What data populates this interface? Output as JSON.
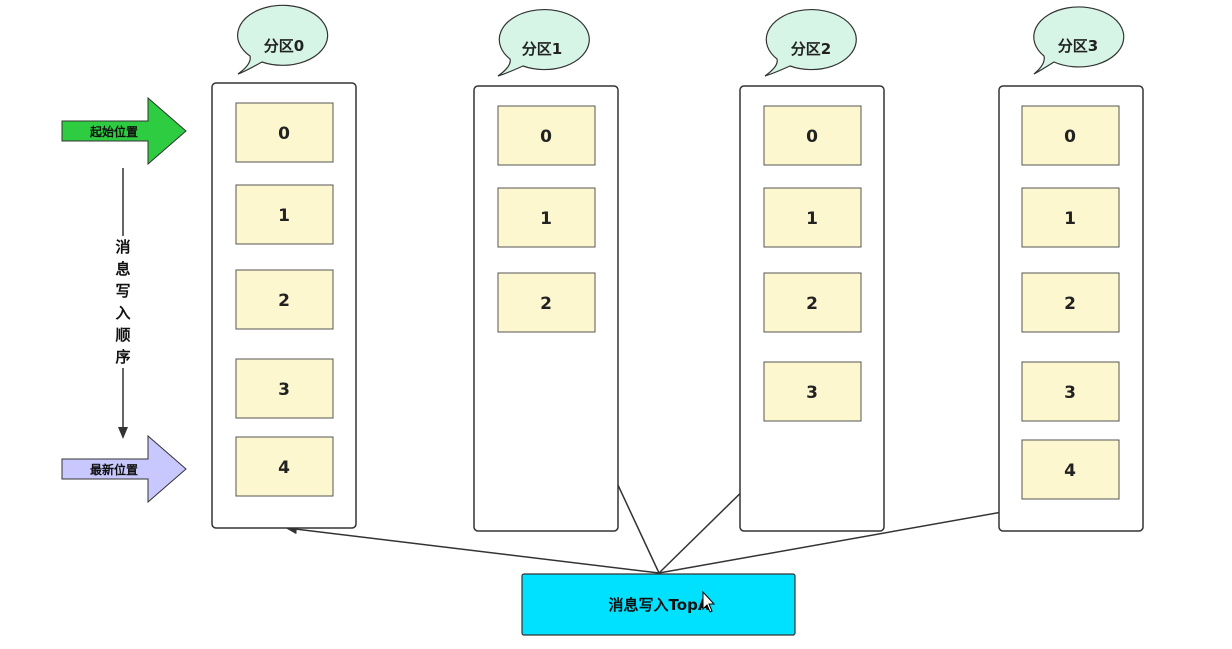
{
  "partitions": [
    {
      "name": "分区0",
      "cells": [
        "0",
        "1",
        "2",
        "3",
        "4"
      ]
    },
    {
      "name": "分区1",
      "cells": [
        "0",
        "1",
        "2"
      ]
    },
    {
      "name": "分区2",
      "cells": [
        "0",
        "1",
        "2",
        "3"
      ]
    },
    {
      "name": "分区3",
      "cells": [
        "0",
        "1",
        "2",
        "3",
        "4"
      ]
    }
  ],
  "start_arrow": {
    "label": "起始位置",
    "color": "#2ecc40"
  },
  "latest_arrow": {
    "label": "最新位置",
    "color": "#c8c8ff"
  },
  "order_label": "消息写入顺序",
  "topic_box": {
    "label": "消息写入TopA",
    "color": "#00e1ff"
  },
  "colors": {
    "bubble_fill": "#d6f5e6",
    "cell_fill": "#fdf7d0",
    "cell_stroke": "#555555",
    "partition_stroke": "#333333"
  }
}
